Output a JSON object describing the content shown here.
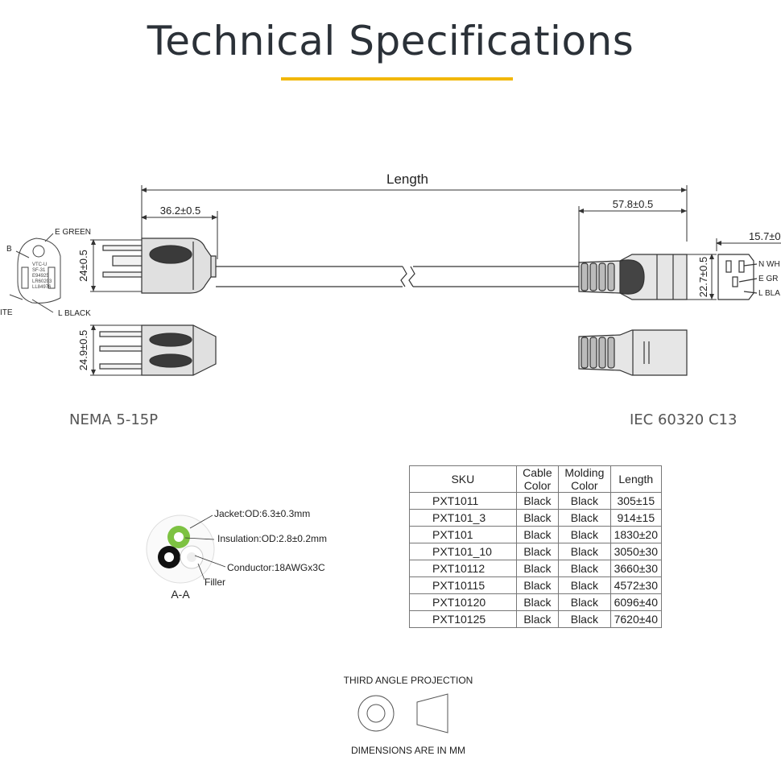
{
  "page": {
    "title": "Technical Specifications",
    "accent_color": "#f2b705"
  },
  "drawing": {
    "length_label": "Length",
    "dim_plug_length": "36.2±0.5",
    "dim_plug_height": "24±0.5",
    "dim_plug_width": "24.9±0.5",
    "dim_c13_length": "57.8±0.5",
    "dim_c13_height": "22.7±0.5",
    "dim_c13_face": "15.7±0",
    "plug_pins": {
      "e": "E GREEN",
      "b": "B",
      "ite": "ITE",
      "l": "L  BLACK"
    },
    "c13_pins": {
      "n": "N WH",
      "e": "E GR",
      "l": "L BLA"
    }
  },
  "connectors": {
    "left": "NEMA 5-15P",
    "right": "IEC 60320 C13"
  },
  "cross_section": {
    "jacket": "Jacket:OD:6.3±0.3mm",
    "insulation": "Insulation:OD:2.8±0.2mm",
    "conductor": "Conductor:18AWGx3C",
    "filler": "Filler",
    "section_label": "A-A"
  },
  "table": {
    "headers": {
      "sku": "SKU",
      "cable_a": "Cable",
      "cable_b": "Color",
      "molding_a": "Molding",
      "molding_b": "Color",
      "length": "Length"
    },
    "rows": [
      {
        "sku": "PXT1011",
        "cable": "Black",
        "molding": "Black",
        "length": "305±15"
      },
      {
        "sku": "PXT101_3",
        "cable": "Black",
        "molding": "Black",
        "length": "914±15"
      },
      {
        "sku": "PXT101",
        "cable": "Black",
        "molding": "Black",
        "length": "1830±20"
      },
      {
        "sku": "PXT101_10",
        "cable": "Black",
        "molding": "Black",
        "length": "3050±30"
      },
      {
        "sku": "PXT10112",
        "cable": "Black",
        "molding": "Black",
        "length": "3660±30"
      },
      {
        "sku": "PXT10115",
        "cable": "Black",
        "molding": "Black",
        "length": "4572±30"
      },
      {
        "sku": "PXT10120",
        "cable": "Black",
        "molding": "Black",
        "length": "6096±40"
      },
      {
        "sku": "PXT10125",
        "cable": "Black",
        "molding": "Black",
        "length": "7620±40"
      }
    ]
  },
  "projection": {
    "label": "THIRD ANGLE PROJECTION",
    "units_note": "DIMENSIONS ARE IN MM"
  }
}
